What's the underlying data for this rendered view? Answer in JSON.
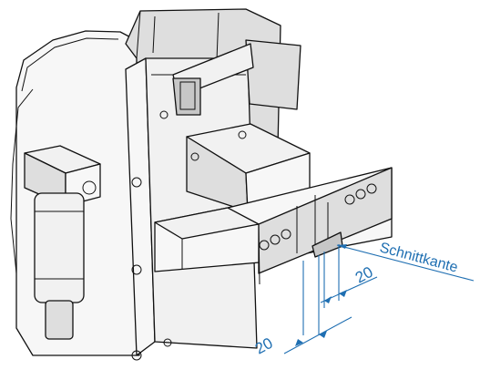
{
  "labels": {
    "cut_edge": "Schnittkante",
    "dimension_right": "20",
    "dimension_bottom": "20"
  },
  "colors": {
    "dimension": "#1f6fb2",
    "outline": "#111111"
  }
}
